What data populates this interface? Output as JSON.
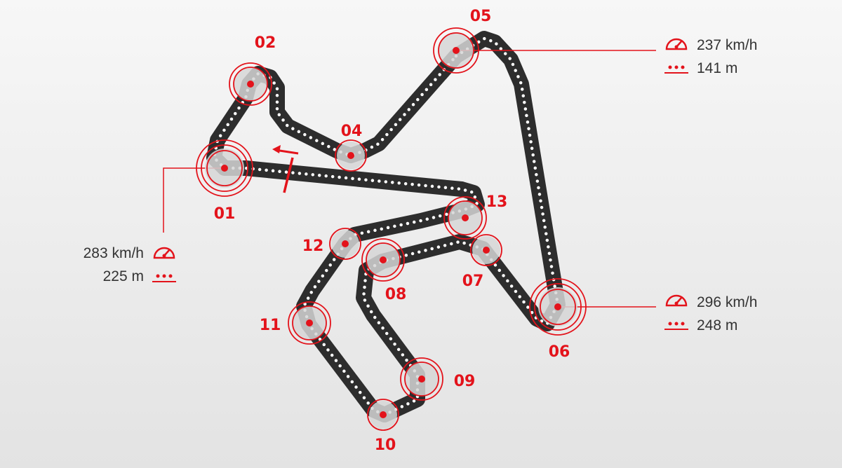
{
  "colors": {
    "accent": "#e3131b",
    "track": "#2d2d2d",
    "track_dots": "#ffffff",
    "text": "#333333",
    "corner_fill": "#d6d6d6"
  },
  "icons": {
    "speed": "speedometer-icon",
    "distance": "braking-distance-icon",
    "direction": "direction-arrow-icon"
  },
  "turns": [
    {
      "id": "t01",
      "label": "01",
      "rings": 3
    },
    {
      "id": "t02",
      "label": "02",
      "rings": 2
    },
    {
      "id": "t04",
      "label": "04",
      "rings": 1
    },
    {
      "id": "t05",
      "label": "05",
      "rings": 2
    },
    {
      "id": "t06",
      "label": "06",
      "rings": 3
    },
    {
      "id": "t07",
      "label": "07",
      "rings": 1
    },
    {
      "id": "t08",
      "label": "08",
      "rings": 2
    },
    {
      "id": "t09",
      "label": "09",
      "rings": 2
    },
    {
      "id": "t10",
      "label": "10",
      "rings": 1
    },
    {
      "id": "t11",
      "label": "11",
      "rings": 2
    },
    {
      "id": "t12",
      "label": "12",
      "rings": 1
    },
    {
      "id": "t13",
      "label": "13",
      "rings": 2
    }
  ],
  "braking_zones": [
    {
      "turn": "t01",
      "speed": "283 km/h",
      "distance": "225 m"
    },
    {
      "turn": "t05",
      "speed": "237 km/h",
      "distance": "141 m"
    },
    {
      "turn": "t06",
      "speed": "296 km/h",
      "distance": "248 m"
    }
  ]
}
